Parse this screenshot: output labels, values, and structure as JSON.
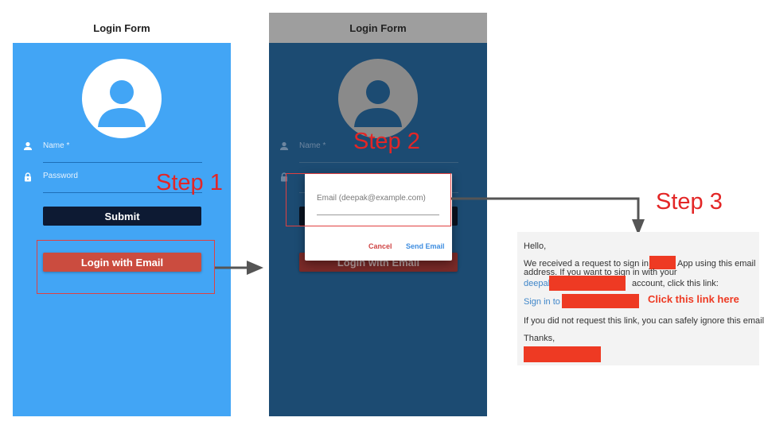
{
  "screen1": {
    "title": "Login Form",
    "name_placeholder": "Name *",
    "password_placeholder": "Password",
    "submit_label": "Submit",
    "login_email_label": "Login with Email"
  },
  "screen2": {
    "title": "Login Form",
    "name_placeholder": "Name *",
    "login_email_label": "Login with Email",
    "dialog": {
      "email_placeholder": "Email (deepak@example.com)",
      "cancel_label": "Cancel",
      "send_label": "Send Email"
    }
  },
  "annotations": {
    "step1": "Step 1",
    "step2": "Step 2",
    "step3": "Step 3",
    "click_link": "Click this link here"
  },
  "email": {
    "greeting": "Hello,",
    "line1_a": "We received a request to sign in to",
    "line1_b": "App using this email",
    "line2": "address. If you want to sign in with your",
    "line3_a": "deepak",
    "line3_b": "account, click this link:",
    "sign_in_link": "Sign in to",
    "ignore": "If you did not request this link, you can safely ignore this email.",
    "thanks": "Thanks,"
  },
  "colors": {
    "screen1_bg": "#42a5f5",
    "screen2_bg": "#1c4b72",
    "accent_red": "#e32626",
    "redaction": "#ee3a23"
  }
}
